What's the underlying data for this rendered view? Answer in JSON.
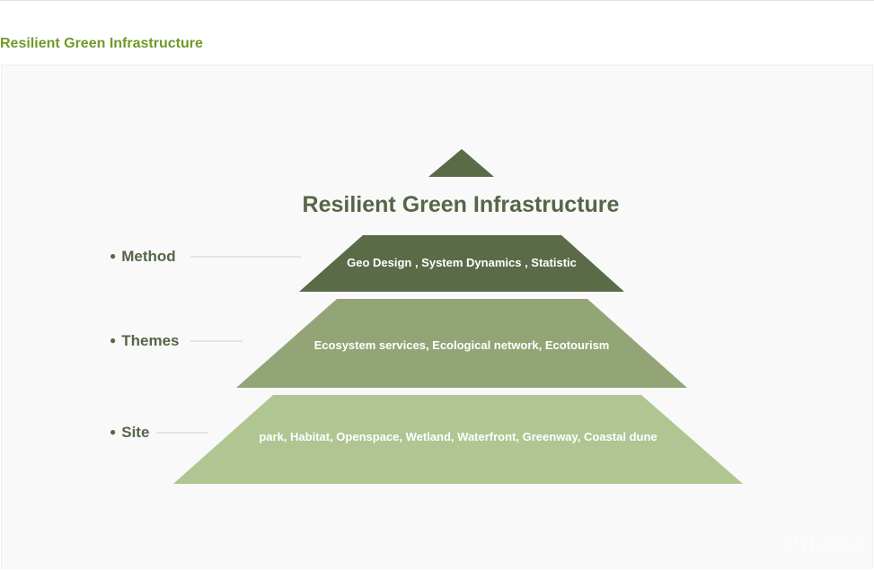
{
  "header": {
    "title": "Resilient Green Infrastructure"
  },
  "diagram": {
    "title": "Resilient Green Infrastructure",
    "layers": [
      {
        "label": "Method",
        "text": "Geo Design , System Dynamics , Statistic",
        "color": "#5b6b48"
      },
      {
        "label": "Themes",
        "text": "Ecosystem services, Ecological network, Ecotourism",
        "color": "#93a576"
      },
      {
        "label": "Site",
        "text": "park, Habitat, Openspace, Wetland, Waterfront, Greenway, Coastal dune",
        "color": "#b0c592"
      }
    ],
    "apex_color": "#5b6b48",
    "connector_color": "#cfcfcf"
  },
  "watermark": {
    "text": "환경과조경"
  }
}
